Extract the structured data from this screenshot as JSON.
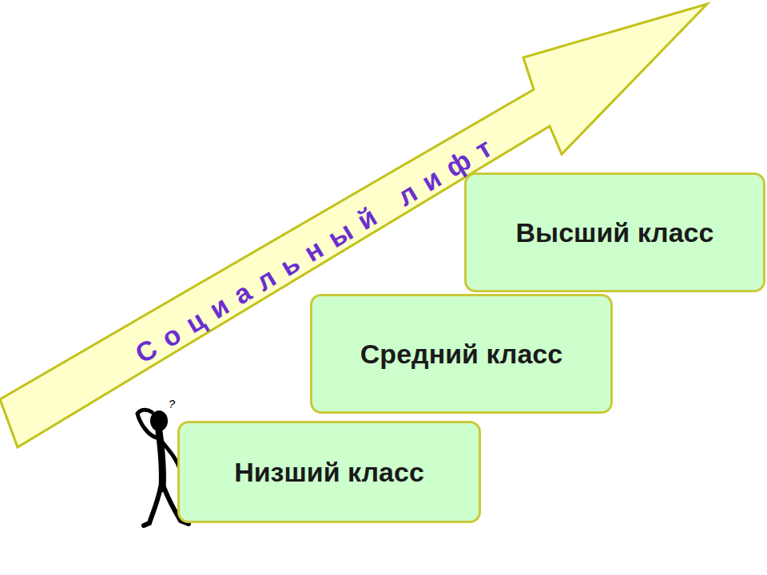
{
  "diagram": {
    "nodes": [
      {
        "text": [
          "Высший класс"
        ]
      },
      {
        "text": [
          "Средний класс"
        ]
      },
      {
        "text": [
          "Низший класс"
        ]
      }
    ],
    "labels": [
      "Социальный лифт",
      "?"
    ]
  }
}
